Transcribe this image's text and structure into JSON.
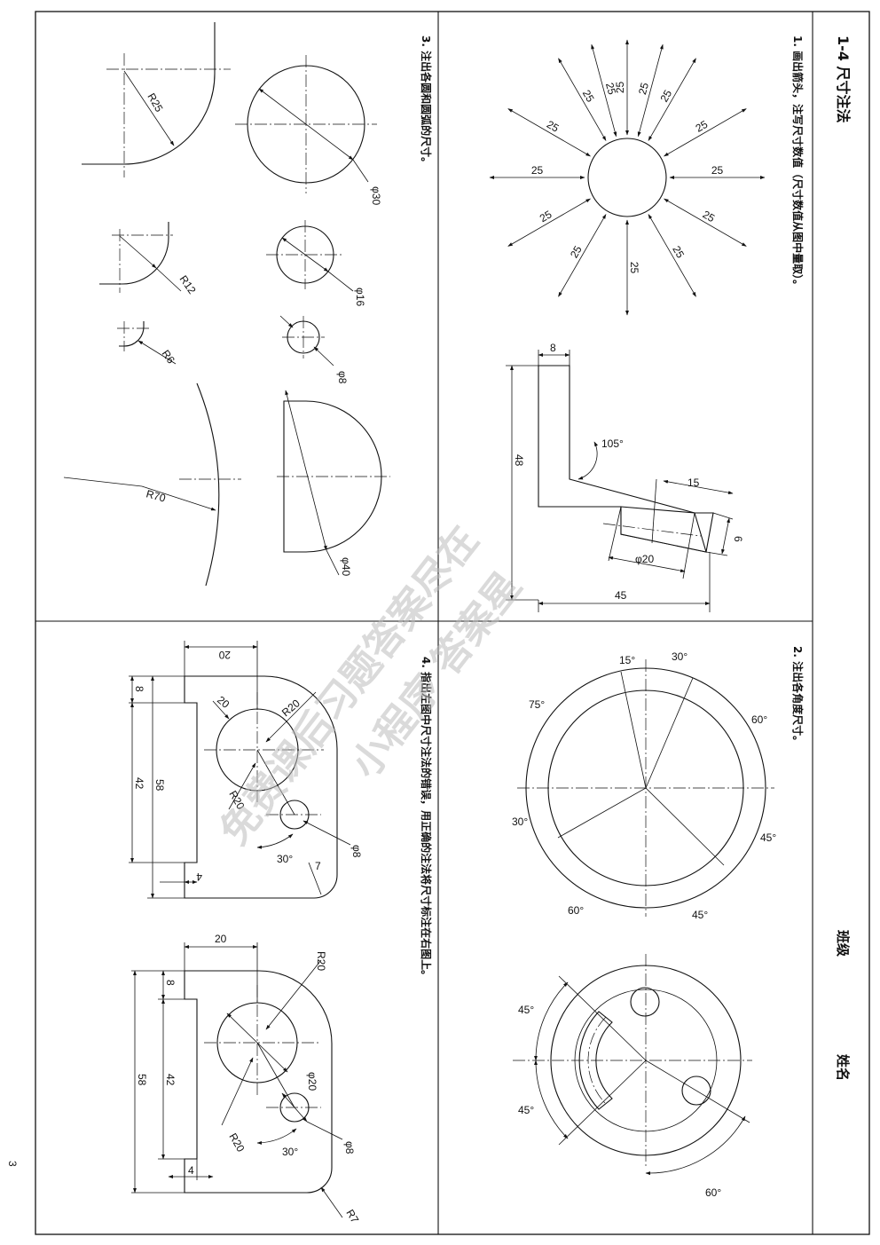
{
  "section_title": "1-4 尺寸注法",
  "header": {
    "class_label": "班级",
    "name_label": "姓名"
  },
  "page_number": "3",
  "tasks": {
    "t1": "1. 画出箭头，注写尺寸数值（尺寸数值从图中量取）。",
    "t2": "2. 注出各角度尺寸。",
    "t3": "3. 注出各圆和圆弧的尺寸。",
    "t4": "4. 指出左图中尺寸注法的错误，用正确的注法将尺寸标注在右图上。"
  },
  "watermark": {
    "line1": "免费课后习题答案尽在",
    "line2": "小程序 答案星"
  },
  "fig_radial": {
    "dim": "25"
  },
  "fig_lshape": {
    "d8": "8",
    "d48": "48",
    "d105": "105°",
    "d15": "15",
    "d6": "6",
    "phi20": "φ20",
    "d45": "45"
  },
  "fig_angle_a": {
    "a15": "15°",
    "a30a": "30°",
    "a75": "75°",
    "a60a": "60°",
    "a30b": "30°",
    "a45a": "45°",
    "a60b": "60°",
    "a45b": "45°"
  },
  "fig_angle_b": {
    "a45a": "45°",
    "a45b": "45°",
    "a60": "60°"
  },
  "fig_circles": {
    "r25": "R25",
    "phi30": "φ30",
    "r12": "R12",
    "phi16": "φ16",
    "r6": "R6",
    "phi8": "φ8",
    "r70": "R70",
    "phi40": "φ40"
  },
  "fig_error": {
    "d20": "20",
    "r20a": "20",
    "r20b": "R20",
    "r20c": "R20",
    "d8": "8",
    "d42": "42",
    "d58": "58",
    "d4": "4",
    "d30": "30°",
    "d7": "7",
    "phi8": "φ8"
  },
  "fig_correct": {
    "d20": "20",
    "r20a": "R20",
    "phi20": "φ20",
    "r20b": "R20",
    "d8": "8",
    "d42": "42",
    "d58": "58",
    "d4": "4",
    "d30": "30°",
    "phi8": "φ8",
    "r7": "R7"
  }
}
